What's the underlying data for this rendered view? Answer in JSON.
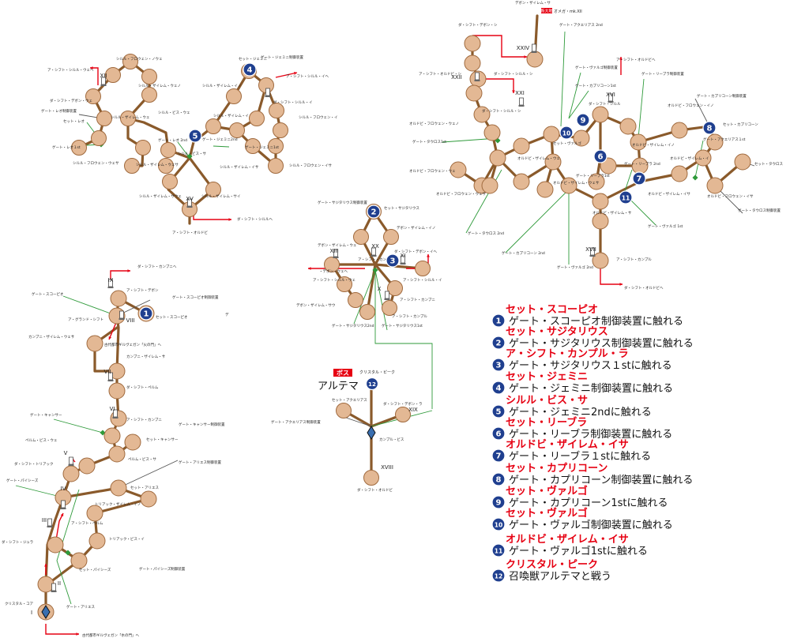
{
  "colors": {
    "node_fill": "#e3b894",
    "node_stroke": "#a06a3e",
    "path": "#8a5a2b",
    "red": "#e60012",
    "green": "#2e9a3a",
    "badge": "#1f3f8f"
  },
  "icons": {
    "warp": "crystal-icon",
    "pillar": "pillar-icon",
    "arrow": "arrow-icon"
  },
  "legend": [
    {
      "n": "1",
      "title": "セット・スコーピオ",
      "desc": "ゲート・スコーピオ制御装置に触れる"
    },
    {
      "n": "2",
      "title": "セット・サジタリウス",
      "desc": "ゲート・サジタリウス制御装置に触れる"
    },
    {
      "n": "3",
      "title": "ア・シフト・カンプル・ラ",
      "desc": "ゲート・サジタリウス１stに触れる"
    },
    {
      "n": "4",
      "title": "セット・ジェミニ",
      "desc": "ゲート・ジェミニ制御装置に触れる"
    },
    {
      "n": "5",
      "title": "シルル・ビス・サ",
      "desc": "ゲート・ジェミニ2ndに触れる"
    },
    {
      "n": "6",
      "title": "セット・リーブラ",
      "desc": "ゲート・リーブラ制御装置に触れる"
    },
    {
      "n": "7",
      "title": "オルドビ・ザイレム・イサ",
      "desc": "ゲート・リーブラ１stに触れる"
    },
    {
      "n": "8",
      "title": "セット・カプリコーン",
      "desc": "ゲート・カプリコーン制御装置に触れる"
    },
    {
      "n": "9",
      "title": "セット・ヴァルゴ",
      "desc": "ゲート・カプリコーン1stに触れる"
    },
    {
      "n": "10",
      "title": "セット・ヴァルゴ",
      "desc": "ゲート・ヴァルゴ制御装置に触れる"
    },
    {
      "n": "11",
      "title": "オルドビ・ザイレム・イサ",
      "desc": "ゲート・ヴァルゴ1stに触れる"
    },
    {
      "n": "12",
      "title": "クリスタル・ピーク",
      "desc": "召喚獣アルテマと戦う"
    }
  ],
  "boss": {
    "tag": "ボス",
    "name": "アルテマ",
    "node_label": "クリスタル・ピーク"
  },
  "new_tag": {
    "tag": "新大地",
    "text": "オメガ・mk.XII"
  },
  "labels": {
    "nw": {
      "a_shifuto_shiruru_ue": "ア・シフト・シルル・ウェへ",
      "shiruru_furouen_noe": "シルル・フロウェン・ノウェ",
      "set_gemini": "セット・ジェミニ",
      "gate_gemini_ctrl": "ゲート・ジェミニ制御装置",
      "a_shifuto_shiruru_ie": "ア・シフト・シルル・イへ",
      "shiruru_zairemu_ue": "シルル・ザイレム・ウェノ",
      "shiruru_zairemu_in": "シルル・ザイレム・イノ",
      "da_shifuto_shiruru_i": "ダ・シフト・シルル・イ",
      "da_shifuto_debon_ue": "ダ・シフト・デボン・ウェ",
      "gate_reo_ctrl": "ゲート・レオ制御装置",
      "shiruru_zairemu_ue2": "シルル・ザイレム・ウェ",
      "shiruru_bis_ue": "シルル・ビス・ウェ",
      "shiruru_zairemu_i": "シルル・ザイレム・イ",
      "shiruru_furouen_i": "シルル・フロウェン・イ",
      "set_reo": "セット・レオ",
      "gate_reo_2nd": "ゲート・レオ 2nd",
      "gate_gemini_2nd": "ゲート・ジェミニ2nd",
      "gate_gemini_1st": "ゲート・ジェミニ1st",
      "gate_reo_1st": "ゲート・レオ１st",
      "shiruru_bis_sa": "シルル・ビス・サ",
      "shiruru_furouen_uesa": "シルル・フロウェン・ウェサ",
      "shiruru_zairemu_uesa": "シルル・ザイレム・ウェサ",
      "shiruru_zairemu_isa": "シルル・ザイレム・イサ",
      "shiruru_furouen_isa": "シルル・フロウェン・イサ",
      "shiruru_zairemu_sau": "シルル・ザイレム・サウェ",
      "shiruru_zairemu_sai": "シルル・ザイレム・サイ",
      "a_shifuto_orudobi": "ア・シフト・オルドビ",
      "da_shifuto_shiruru_he": "ダ・シフト・シルルへ"
    },
    "w": {
      "da_shifuto_kanbuni": "ダ・シフト・カンブニへ",
      "gate_scorpio": "ゲート・スコーピオ",
      "a_shifuto_debon": "ア・シフト・デボン",
      "gate_scorpio_ctrl": "ゲート・スコーピオ制御装置",
      "set_scorpio": "セット・スコーピオ",
      "a_grand_shift": "ア・グランド・シフト",
      "kanbuni_zairemu_ue": "カンブニ・ザイレム・ウェサ",
      "ancient_fire_gate": "古代都市ギルヴェガン「火の門」へ",
      "kanbuni_zairemu_sa": "カンブニ・ザイレム・サ",
      "da_shifuto_peruman": "ダ・シフト・ペルム",
      "gate_cancer": "ゲート・キャンサー",
      "a_shifuto_kanbuni": "ア・シフト・カンブニ",
      "gate_cancer_ctrl": "ゲート・キャンサー制御装置",
      "peruman_bis_ue": "ペルム・ビス・ウェ",
      "set_cancer": "セット・キャンサー",
      "peruman_bis_sa": "ペルム・ビス・サ",
      "gate_aries_ctrl": "ゲート・アリエス制御装置",
      "da_shifuto_toriak": "ダ・シフト・トリアック",
      "gate_pisces": "ゲート・パイシーズ",
      "set_aries": "セット・アリエス",
      "toriak_zairemu_in": "トリアック・ザイレム・イノ",
      "a_shifuto_peruman": "ア・シフト・ペルム",
      "da_shifuto_jura": "ダ・シフト・ジュラ",
      "toriak_bis_i": "トリアック・ビス・イ",
      "set_pisces": "セット・パイシーズ",
      "gate_pisces_ctrl": "ゲート・パイシーズ制御装置",
      "crystal_core": "クリスタル・コア",
      "gate_aries": "ゲート・アリエス",
      "ancient_water_gate": "古代都市ギルヴェガン「水の門」へ",
      "mark_de": "デ"
    },
    "c": {
      "gate_sagittarius_ctrl": "ゲート・サジタリウス制御装置",
      "set_sagittarius": "セット・サジタリウス",
      "debon_zairemu_in": "デボン・ザイレム・イノ",
      "debon_zairemu_ue": "デボン・ザイレム・ウェ",
      "da_shifuto_debon_i": "ダ・シフト・デボン・イへ",
      "debon_ue_he": "・デボン・ウェへ",
      "a_shifuto_kanpuru": "ア・シフト・カンプル",
      "a_shifuto_shiruru_uep": "ア・シフト・シルル・ウェ",
      "a_shifuto_shiruru_ip": "ア・シフト・シルル・イ",
      "debon_zairemu_sau": "デボン・ザイレム・サウ",
      "a_shifuto_kanbuni": "ア・シフト・カンブニ",
      "gate_sag_2nd": "ゲート・サジタリウス2nd",
      "gate_sag_1st": "ゲート・サジタリウス1st",
      "set_aquarius": "セット・アクエリアス",
      "gate_aquarius_ctrl": "ゲート・アクエリアス制御装置",
      "da_shifuto_debon_ra": "ダ・シフト・デボン・ラ",
      "kanpuru_bis": "カンプル・ビス",
      "da_shifuto_orudobi": "ダ・シフト・オルドビ",
      "a_shifuto_kanpuru_p": "ア・シフト・カンプル"
    },
    "ne": {
      "debon_zairemu_sa": "デボン・ザイレム・サ",
      "da_shifuto_debon_shi": "ダ・シフト・デボン・シ",
      "gate_aquarius_2nd": "ゲート・アクエリアス 2nd",
      "a_shifuto_orudobi_he": "ア・シフト・オルドビへ",
      "gate_virgo_ctrl": "ゲート・ヴァルゴ制御装置",
      "a_shifuto_orudobi_shi": "ア・シフト・オルドビ・シ",
      "da_shifuto_shiruru_shi": "ダ・シフト・シルル・シ",
      "gate_libra_ctrl": "ゲート・リーブラ制御装置",
      "gate_capricorn_1st": "ゲート・カプリコーン1st",
      "gate_capricorn_ctrl": "ゲート・カプリコーン制御装置",
      "orudobi_furouen_in": "オルドビ・フロウェン・イノ",
      "da_shifuto_shiruru": "ダ・シフト・シルル",
      "da_shifuto_shiruru_sh": "ダ・シフト・シルル・シ",
      "orudobi_furouen_ue": "オルドビ・フロウェン・ウェノ",
      "set_capricorn": "セット・カプリコーン",
      "set_virgo": "セット・ヴァルゴ",
      "orudobi_zairemu_in": "オルドビ・ザイレム・イノ",
      "gate_taurus_1st": "ゲート・タウロス1st",
      "gate_aquarius_1st": "ゲート・アクエリアス１st",
      "orudobi_zairemu_ue": "オルドビ・ザイレム・ウェ",
      "gate_libra_2nd": "ゲート・リーブラ 2nd",
      "orudobi_zairemu_i": "オルドビ・ザイレム・イ",
      "set_taurus": "セット・タウロス",
      "orudobi_furouen_ue2": "オルドビ・フロウェン・ウェ",
      "gate_libra_1st": "ゲート・リーブラ1st",
      "orudobi_zairemu_uesa": "オルドビ・ザイレム・ウェサ",
      "orudobi_zairemu_isa": "オルドビ・ザイレム・イサ",
      "orudobi_furouen_ueu": "オルドビ・フロウェン・ウェサ",
      "orudobi_furouen_isa": "オルドビ・フロウェン・イサ",
      "gate_taurus_ctrl": "ゲート・タウロス制御装置",
      "orudobi_zairemu_sa": "オルドビ・ザイレム・サ",
      "gate_virgo_1st": "ゲート・ヴァルゴ 1st",
      "gate_taurus_2nd": "ゲート・タウロス 2nd",
      "gate_capricorn_2nd": "ゲート・カプリコーン 2nd",
      "gate_virgo_2nd": "ゲート・ヴァルゴ 2nd",
      "a_shifuto_kanpuru": "ア・シフト・カンプル",
      "da_shifuto_orudobi_he": "ダ・シフト・オルドビへ"
    }
  },
  "roman": [
    "I",
    "II",
    "III",
    "IV",
    "V",
    "VI",
    "VII",
    "VIII",
    "IX",
    "X",
    "XI",
    "XII",
    "XIII",
    "XV",
    "XVI",
    "XVII",
    "XVIII",
    "XIX",
    "XX",
    "XXI",
    "XXII",
    "XXIV"
  ]
}
